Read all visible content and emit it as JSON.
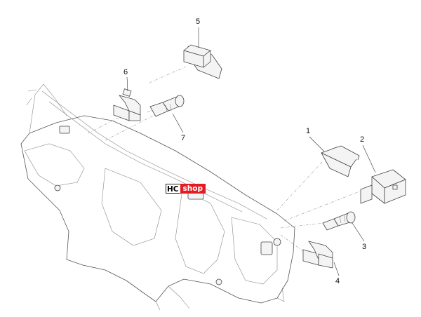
{
  "callouts": [
    "1",
    "2",
    "3",
    "4",
    "5",
    "6",
    "7"
  ],
  "logo": {
    "part1": "HC",
    "part2": "shop"
  },
  "colors": {
    "line": "#555555",
    "logo_red": "#e31b23",
    "dash": "#999999"
  }
}
